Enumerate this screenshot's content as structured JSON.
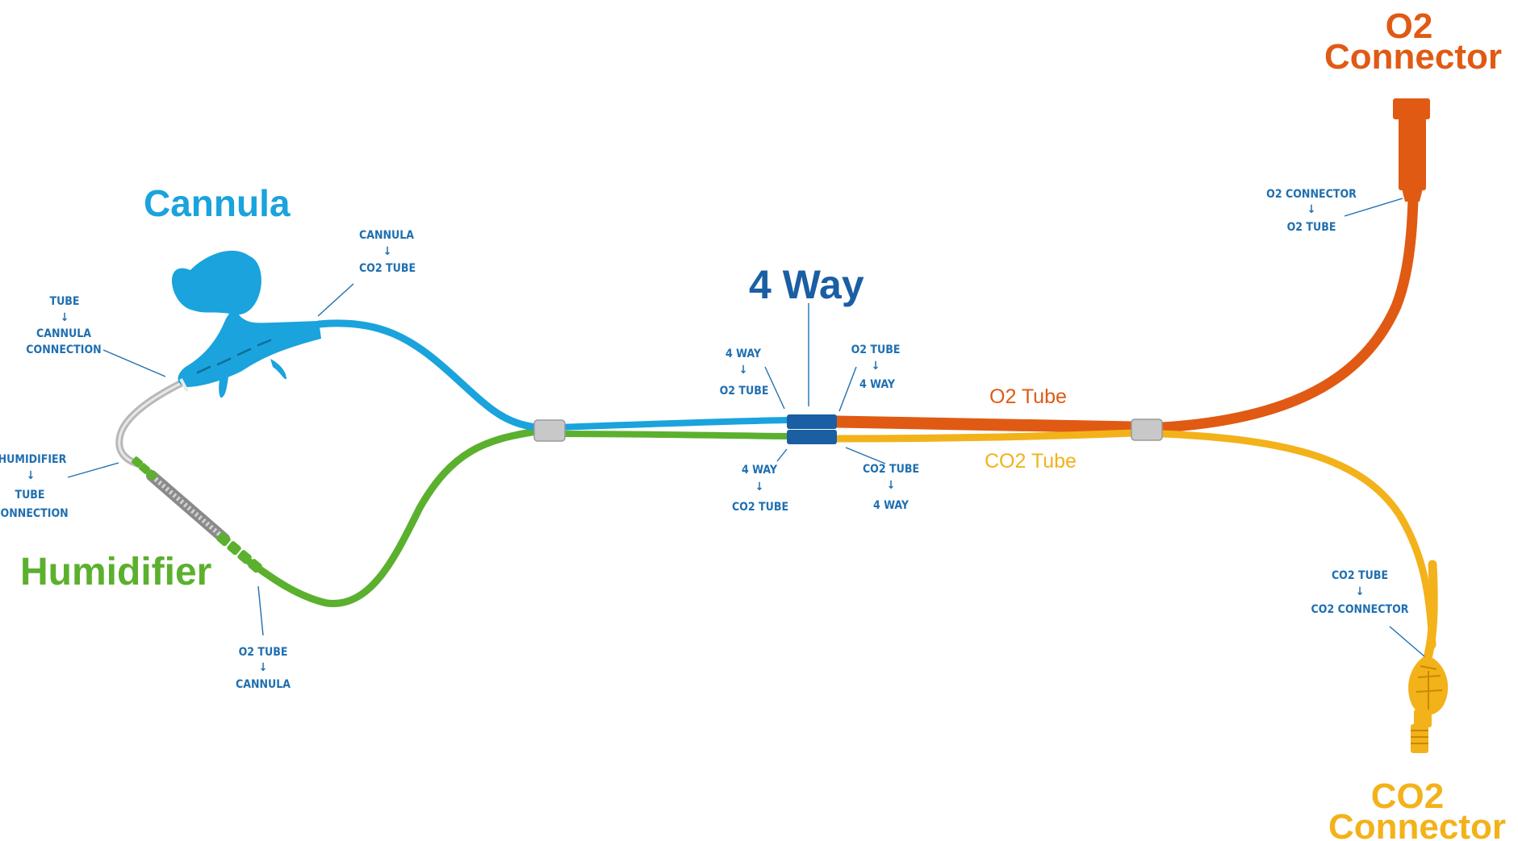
{
  "colors": {
    "cannula": "#1aa3dc",
    "humidifier": "#5bb02e",
    "four_way": "#1a5fa3",
    "o2": "#e05a14",
    "co2": "#f3b21a",
    "grey_tube": "#b8b8b8",
    "small_label": "#1f6fb0"
  },
  "titles": {
    "cannula": "Cannula",
    "humidifier": "Humidifier",
    "four_way": "4 Way",
    "o2_connector_line1": "O2",
    "o2_connector_line2": "Connector",
    "co2_connector_line1": "CO2",
    "co2_connector_line2": "Connector",
    "o2_tube": "O2 Tube",
    "co2_tube": "CO2 Tube"
  },
  "callouts": {
    "tube_cannula": {
      "from": "TUBE",
      "arrow": "↓",
      "to1": "CANNULA",
      "to2": "CONNECTION"
    },
    "cannula_co2": {
      "from": "CANNULA",
      "arrow": "↓",
      "to": "CO2 TUBE"
    },
    "humidifier_tube": {
      "from": "HUMIDIFIER",
      "arrow": "↓",
      "to1": "TUBE",
      "to2": "CONNECTION"
    },
    "o2tube_cannula": {
      "from": "O2 TUBE",
      "arrow": "↓",
      "to": "CANNULA"
    },
    "fourway_o2tube": {
      "from": "4 WAY",
      "arrow": "↓",
      "to": "O2 TUBE"
    },
    "o2tube_fourway": {
      "from": "O2 TUBE",
      "arrow": "↓",
      "to": "4 WAY"
    },
    "fourway_co2tube": {
      "from": "4 WAY",
      "arrow": "↓",
      "to": "CO2 TUBE"
    },
    "co2tube_fourway": {
      "from": "CO2 TUBE",
      "arrow": "↓",
      "to": "4 WAY"
    },
    "o2connector_o2tube": {
      "from": "O2 CONNECTOR",
      "arrow": "↓",
      "to": "O2 TUBE"
    },
    "co2tube_co2connector": {
      "from": "CO2 TUBE",
      "arrow": "↓",
      "to": "CO2 CONNECTOR"
    }
  }
}
